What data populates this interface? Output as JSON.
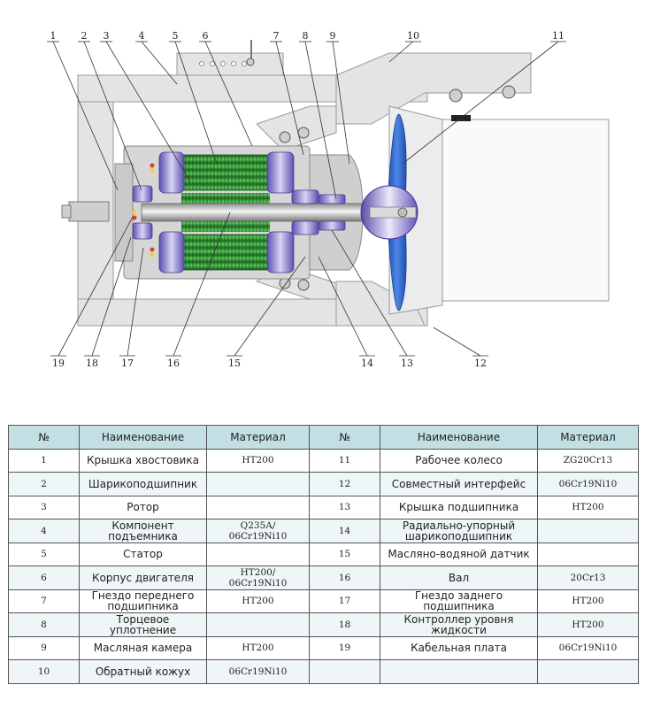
{
  "diagram": {
    "callouts": [
      "1",
      "2",
      "3",
      "4",
      "5",
      "6",
      "7",
      "8",
      "9",
      "10",
      "11",
      "12",
      "13",
      "14",
      "15",
      "16",
      "17",
      "18",
      "19"
    ]
  },
  "table": {
    "headers": [
      "№",
      "Наименование",
      "Материал",
      "№",
      "Наименование",
      "Материал"
    ],
    "rows": [
      {
        "left": {
          "no": "1",
          "name": "Крышка хвостовика",
          "material": "HT200"
        },
        "right": {
          "no": "11",
          "name": "Рабочее колесо",
          "material": "ZG20Cr13"
        }
      },
      {
        "left": {
          "no": "2",
          "name": "Шарикоподшипник",
          "material": ""
        },
        "right": {
          "no": "12",
          "name": "Совместный интерфейс",
          "material": "06Cr19Ni10"
        }
      },
      {
        "left": {
          "no": "3",
          "name": "Ротор",
          "material": ""
        },
        "right": {
          "no": "13",
          "name": "Крышка подшипника",
          "material": "HT200"
        }
      },
      {
        "left": {
          "no": "4",
          "name": "Компонент подъемника",
          "material": "Q235A/\n06Cr19Ni10"
        },
        "right": {
          "no": "14",
          "name": "Радиально-упорный шарикоподшипник",
          "material": ""
        }
      },
      {
        "left": {
          "no": "5",
          "name": "Статор",
          "material": ""
        },
        "right": {
          "no": "15",
          "name": "Масляно-водяной датчик",
          "material": ""
        }
      },
      {
        "left": {
          "no": "6",
          "name": "Корпус двигателя",
          "material": "HT200/\n06Cr19Ni10"
        },
        "right": {
          "no": "16",
          "name": "Вал",
          "material": "20Cr13"
        }
      },
      {
        "left": {
          "no": "7",
          "name": "Гнездо переднего подшипника",
          "material": "HT200"
        },
        "right": {
          "no": "17",
          "name": "Гнездо заднего подшипника",
          "material": "HT200"
        }
      },
      {
        "left": {
          "no": "8",
          "name": "Торцевое уплотнение",
          "material": ""
        },
        "right": {
          "no": "18",
          "name": "Контроллер уровня жидкости",
          "material": "HT200"
        }
      },
      {
        "left": {
          "no": "9",
          "name": "Масляная камера",
          "material": "HT200"
        },
        "right": {
          "no": "19",
          "name": "Кабельная плата",
          "material": "06Cr19Ni10"
        }
      },
      {
        "left": {
          "no": "10",
          "name": "Обратный кожух",
          "material": "06Cr19Ni10"
        },
        "right": {
          "no": "",
          "name": "",
          "material": ""
        }
      }
    ]
  }
}
